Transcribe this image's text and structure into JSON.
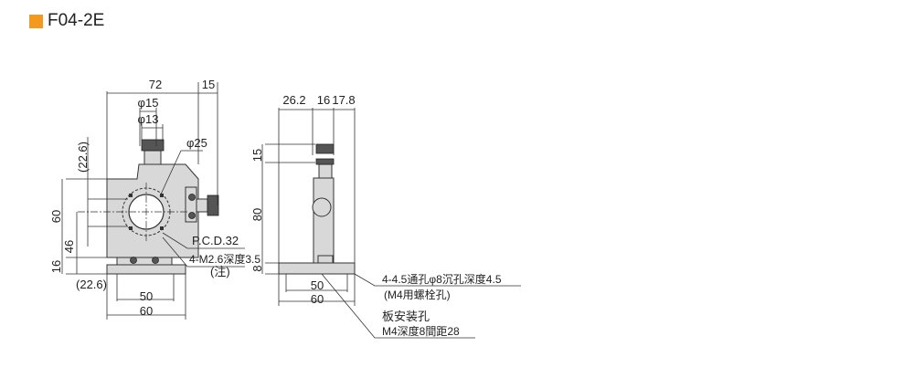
{
  "title": "F04-2E",
  "colors": {
    "accent": "#f39a1e"
  },
  "front_view": {
    "width_72": "72",
    "knob_15": "15",
    "dia_15": "φ15",
    "dia_13": "φ13",
    "dia_25": "φ25",
    "offset_top": "(22.6)",
    "height_60": "60",
    "height_46": "46",
    "height_16": "16",
    "offset_bottom": "(22.6)",
    "width_50": "50",
    "width_60": "60",
    "pcd": "P.C.D.32",
    "holes": "4-M2.6深度3.5",
    "note": "(注)"
  },
  "side_view": {
    "w_26_2": "26.2",
    "w_16": "16",
    "w_17_8": "17.8",
    "h_15": "15",
    "h_80": "80",
    "h_8": "8",
    "width_50": "50",
    "width_60": "60",
    "through_holes": "4-4.5通孔φ8沉孔深度4.5",
    "through_holes_note": "(M4用螺栓孔)",
    "mount_title": "板安装孔",
    "mount_detail": "M4深度8間距28"
  }
}
